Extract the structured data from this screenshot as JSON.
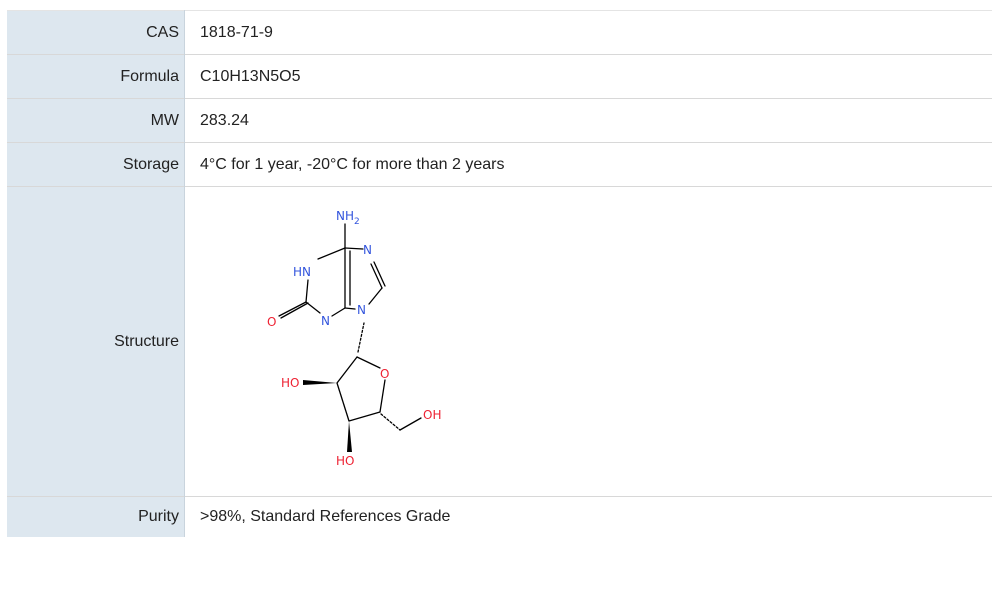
{
  "rows": [
    {
      "label": "CAS",
      "value": "1818-71-9"
    },
    {
      "label": "Formula",
      "value": "C10H13N5O5"
    },
    {
      "label": "MW",
      "value": "283.24"
    },
    {
      "label": "Storage",
      "value": "4°C for 1 year, -20°C for more than 2 years"
    },
    {
      "label": "Structure"
    },
    {
      "label": "Purity",
      "value": ">98%, Standard References Grade"
    }
  ],
  "structure": {
    "atoms": {
      "nh2": "NH",
      "nh2_sub": "2",
      "hn": "HN",
      "n_top": "N",
      "n_mid": "N",
      "n_glyc": "N",
      "o_carbonyl": "O",
      "o_ring": "O",
      "ho_left": "HO",
      "ho_bottom": "HO",
      "oh_right": "OH"
    },
    "colors": {
      "nitrogen": "#3355dd",
      "oxygen": "#ee2233",
      "bond": "#000000"
    }
  }
}
